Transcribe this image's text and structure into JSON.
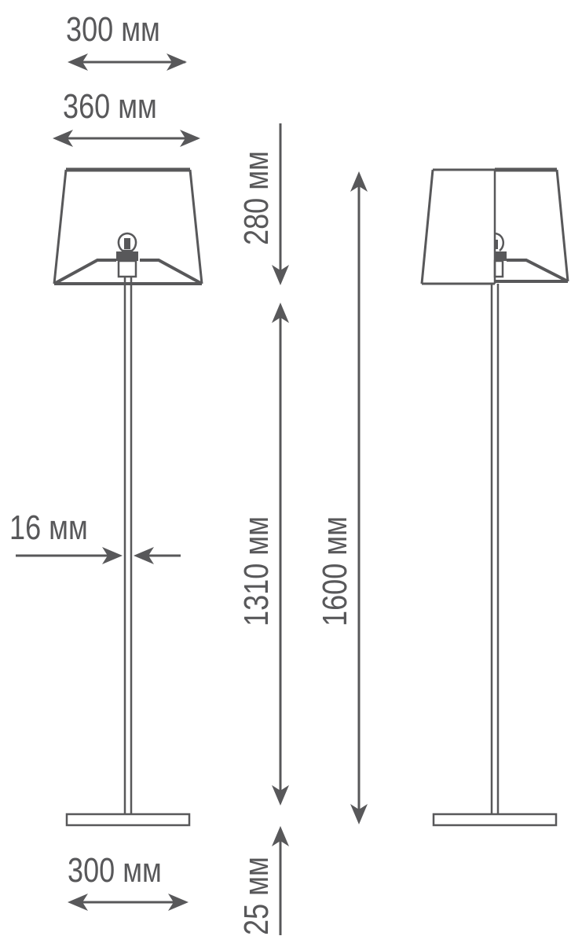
{
  "diagram": {
    "subject": "Floor lamp dimension drawing",
    "colors": {
      "line": "#58585a",
      "background": "#ffffff"
    },
    "views": [
      "front-view",
      "side-view"
    ],
    "dimensions": {
      "shade_top_width": "300 мм",
      "shade_bottom_width": "360 мм",
      "shade_height": "280 мм",
      "stem_height": "1310 мм",
      "total_height": "1600 мм",
      "stem_diameter": "16 мм",
      "base_width": "300 мм",
      "base_height": "25 мм"
    }
  }
}
